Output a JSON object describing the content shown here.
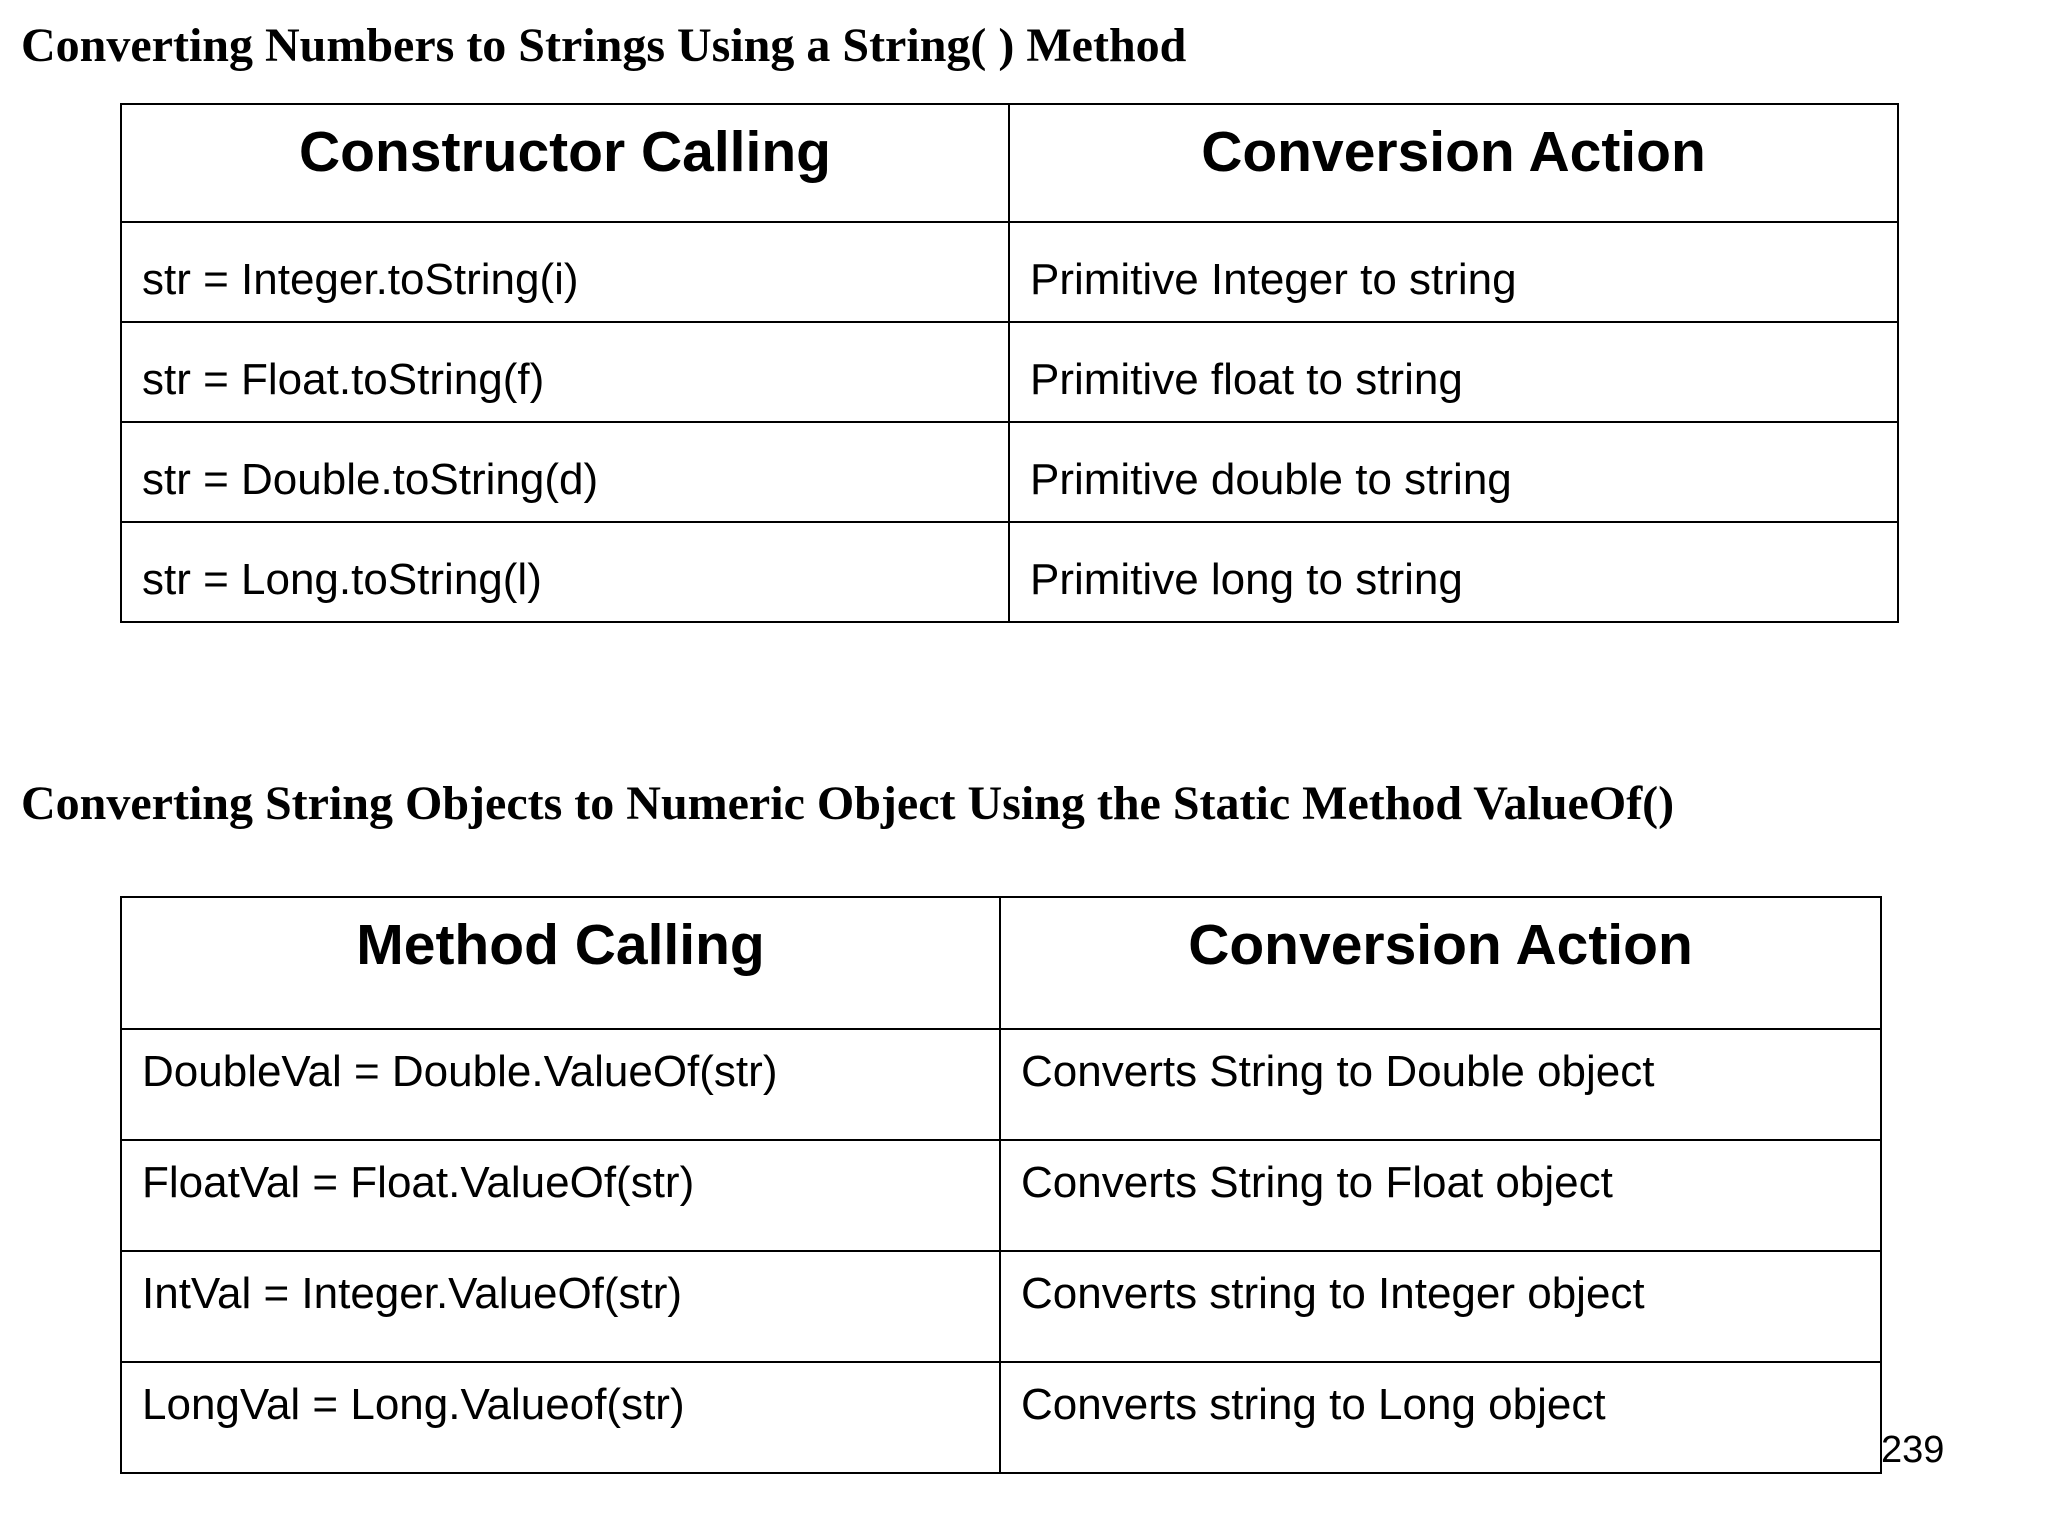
{
  "section1": {
    "title": "Converting Numbers to Strings Using a String( ) Method",
    "headers": [
      "Constructor Calling",
      "Conversion Action"
    ],
    "rows": [
      [
        "str = Integer.toString(i)",
        "Primitive Integer to string"
      ],
      [
        "str = Float.toString(f)",
        "Primitive float to string"
      ],
      [
        "str = Double.toString(d)",
        "Primitive double to string"
      ],
      [
        "str = Long.toString(l)",
        "Primitive long to string"
      ]
    ]
  },
  "section2": {
    "title": "Converting String Objects to Numeric Object Using the Static Method ValueOf()",
    "headers": [
      "Method Calling",
      "Conversion Action"
    ],
    "rows": [
      [
        "DoubleVal = Double.ValueOf(str)",
        "Converts String to Double object"
      ],
      [
        "FloatVal = Float.ValueOf(str)",
        "Converts String to Float object"
      ],
      [
        "IntVal = Integer.ValueOf(str)",
        "Converts string to Integer object"
      ],
      [
        "LongVal = Long.Valueof(str)",
        "Converts string to Long object"
      ]
    ]
  },
  "page_number": "239"
}
